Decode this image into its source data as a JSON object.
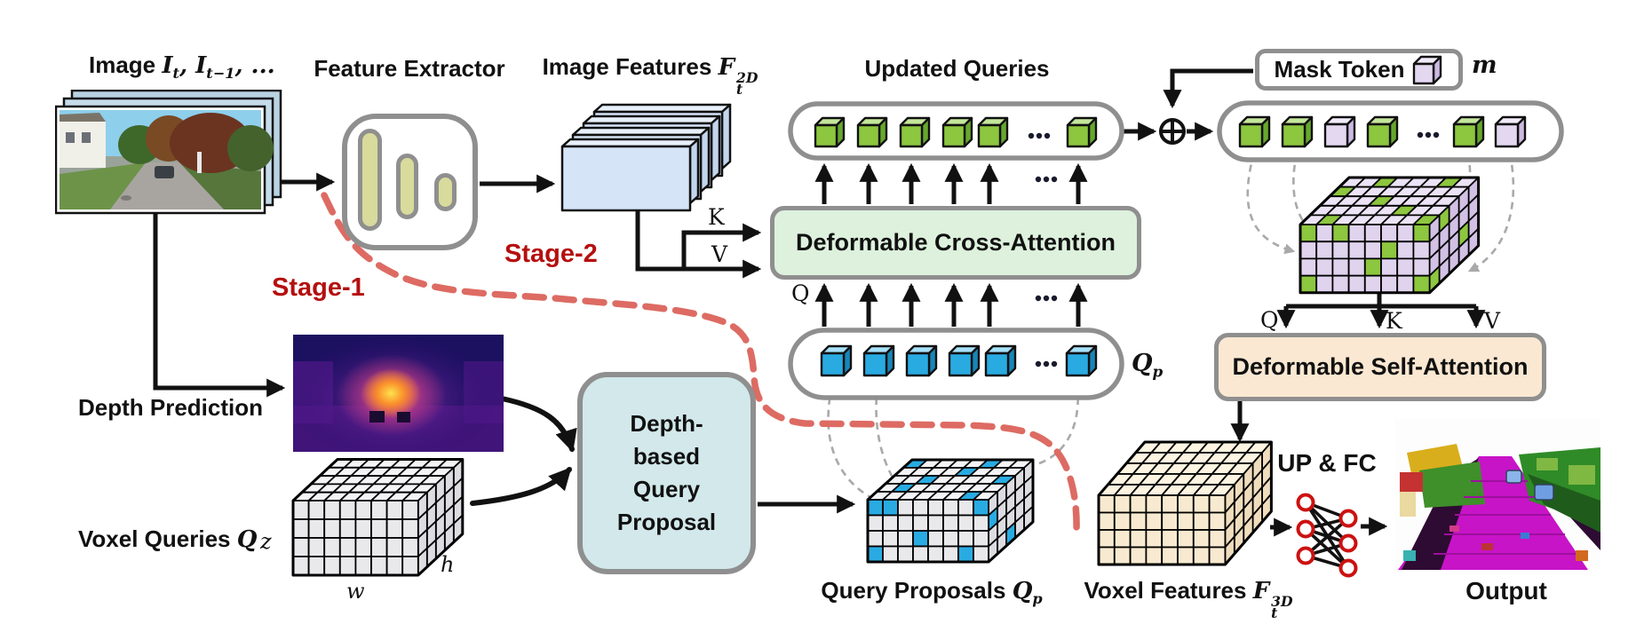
{
  "labels": {
    "image": {
      "prefix": "Image ",
      "v1": "I",
      "s1": "t",
      "mid": ", ",
      "v2": "I",
      "s2": "t−1",
      "end": ", ..."
    },
    "feature_extractor": "Feature Extractor",
    "image_features": {
      "text": "Image Features ",
      "f": "F",
      "sup": "2D",
      "sub": "t"
    },
    "updated_queries": "Updated Queries",
    "mask_token": {
      "label": "Mask Token",
      "symbol": "m"
    },
    "stage1": "Stage-1",
    "stage2": "Stage-2",
    "depth_prediction": "Depth Prediction",
    "voxel_queries": {
      "text": "Voxel Queries ",
      "q": "Q"
    },
    "axes": {
      "z": "z",
      "w": "w",
      "h": "h"
    },
    "dqp_lines": [
      "Depth-",
      "based",
      "Query",
      "Proposal"
    ],
    "cross_attention": "Deformable Cross-Attention",
    "self_attention": "Deformable Self-Attention",
    "qkv": {
      "q": "Q",
      "k": "K",
      "v": "V"
    },
    "query_proposals": {
      "text": "Query Proposals ",
      "q": "Q",
      "sub": "p"
    },
    "qp_tag": {
      "q": "Q",
      "sub": "p"
    },
    "voxel_features": {
      "text": "Voxel Features ",
      "f": "F",
      "sup": "3D",
      "sub": "t"
    },
    "up_fc": "UP & FC",
    "output": "Output"
  },
  "pills": {
    "updated_queries": {
      "cubes": [
        "green",
        "green",
        "green",
        "green",
        "green",
        "dots",
        "green"
      ]
    },
    "masked_queries": {
      "cubes": [
        "green",
        "green",
        "purple",
        "green",
        "dots",
        "green",
        "purple"
      ]
    },
    "query_proposals": {
      "cubes": [
        "blue",
        "blue",
        "blue",
        "blue",
        "blue",
        "dots",
        "blue"
      ]
    }
  },
  "blocks": {
    "voxel_queries": {
      "palette": "gray",
      "hl": null,
      "front_hl": [],
      "top_hl": [],
      "right_hl": []
    },
    "query_proposals": {
      "palette": "gray",
      "hl": "hl_blue",
      "front_hl": [
        [
          0,
          0
        ],
        [
          1,
          0
        ],
        [
          7,
          0
        ],
        [
          3,
          2
        ],
        [
          0,
          3
        ],
        [
          6,
          3
        ]
      ],
      "top_hl": [
        [
          1,
          1
        ],
        [
          6,
          0
        ],
        [
          2,
          2
        ],
        [
          4,
          3
        ],
        [
          0,
          4
        ],
        [
          5,
          4
        ],
        [
          7,
          2
        ]
      ],
      "right_hl": [
        [
          0,
          1
        ],
        [
          2,
          3
        ]
      ]
    },
    "masked_queries": {
      "palette": "purple",
      "hl": "hl_green",
      "front_hl": [
        [
          0,
          0
        ],
        [
          2,
          0
        ],
        [
          7,
          0
        ],
        [
          5,
          1
        ],
        [
          4,
          2
        ],
        [
          0,
          3
        ],
        [
          7,
          3
        ]
      ],
      "top_hl": [
        [
          1,
          0
        ],
        [
          5,
          1
        ],
        [
          7,
          0
        ],
        [
          3,
          2
        ],
        [
          0,
          3
        ],
        [
          6,
          4
        ],
        [
          2,
          4
        ]
      ],
      "right_hl": [
        [
          1,
          0
        ],
        [
          3,
          2
        ],
        [
          0,
          3
        ]
      ]
    },
    "voxel_features": {
      "palette": "cream",
      "hl": null,
      "front_hl": [],
      "top_hl": [],
      "right_hl": []
    }
  },
  "colors": {
    "stage_text": "#b50f0f",
    "stage_dash": "#dd6b63",
    "box_border": "#8f8f8f",
    "cross_attention_fill": "#ddf1dd",
    "self_attention_fill": "#fbe8d2",
    "dqp_fill": "#d2e8eb",
    "fe_pill_fill": "#d8db9c",
    "image_feature_fill": "#d6e4f7",
    "mlp_node": "#cc1111",
    "cubes": {
      "green": {
        "top": "#c4e79b",
        "front": "#8dc63f",
        "side": "#67a82d"
      },
      "blue": {
        "top": "#a6e1f8",
        "front": "#29abe2",
        "side": "#1886b8"
      },
      "purple": {
        "top": "#f2ebfa",
        "front": "#e4d8f1",
        "side": "#cdbae2"
      }
    },
    "blocks": {
      "gray": {
        "top": "#f4f4f6",
        "front": "#e9e9ec",
        "side": "#dcdce1"
      },
      "cream": {
        "top": "#fdf4e1",
        "front": "#f8ead0",
        "side": "#efddbd"
      },
      "purple": {
        "top": "#ece3f6",
        "front": "#e0d3ee",
        "side": "#d2c0e5"
      },
      "hl_blue": "#29abe2",
      "hl_green": "#8dc63f"
    }
  }
}
